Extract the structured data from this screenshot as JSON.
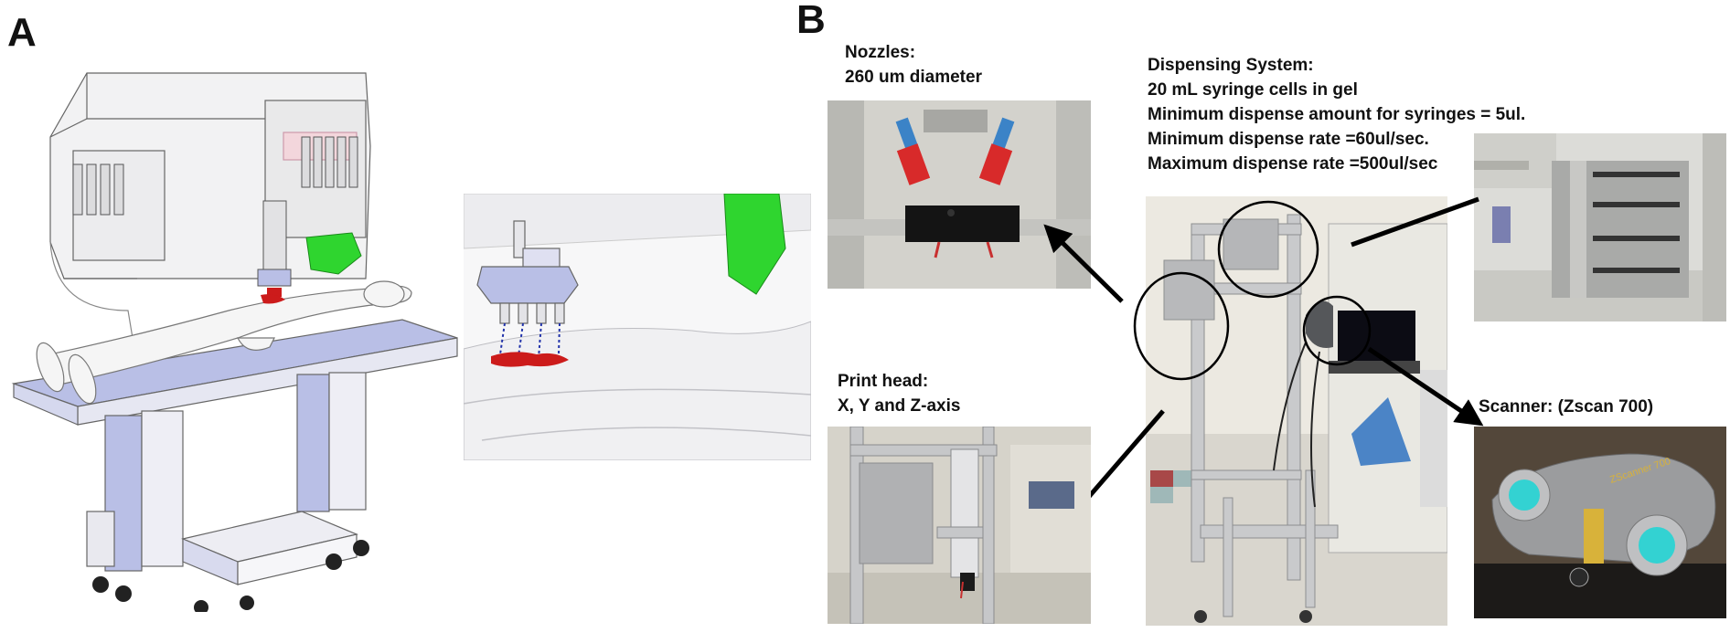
{
  "panels": {
    "a": {
      "letter": "A"
    },
    "b": {
      "letter": "B"
    }
  },
  "labels": {
    "nozzles": {
      "title": "Nozzles:",
      "detail": "260 um diameter"
    },
    "dispensing": {
      "title": "Dispensing System:",
      "lines": [
        "20 mL syringe cells in gel",
        "Minimum dispense amount for syringes = 5ul.",
        "Minimum dispense rate =60ul/sec.",
        "Maximum dispense rate =500ul/sec"
      ]
    },
    "print_head": {
      "title": "Print head:",
      "detail": "X, Y and Z-axis"
    },
    "scanner": {
      "title": "Scanner: (Zscan 700)",
      "device_text": "ZScanner 700"
    }
  },
  "colors": {
    "table_blue": "#b9bfe6",
    "green_scanner": "#2fd52f",
    "red_wound": "#cc1b1b",
    "frame_gray": "#c9cacc",
    "scanner_cyan": "#33d2d2"
  }
}
